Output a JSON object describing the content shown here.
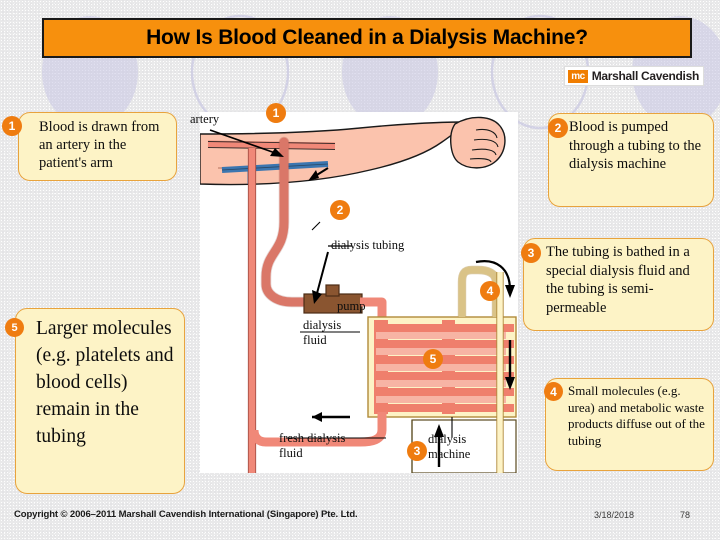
{
  "slide": {
    "title": "How Is Blood Cleaned in a Dialysis Machine?",
    "brand": {
      "badge": "mc",
      "name": "Marshall Cavendish"
    }
  },
  "callouts": [
    {
      "number": "1",
      "text": "Blood is drawn from an artery in the patient's arm"
    },
    {
      "number": "2",
      "text": "Blood is pumped through a tubing to the dialysis machine"
    },
    {
      "number": "3",
      "text": "The tubing is bathed in a special dialysis fluid and the tubing is semi-permeable"
    },
    {
      "number": "4",
      "text": "Small molecules (e.g. urea) and metabolic waste products diffuse out of the tubing"
    },
    {
      "number": "5",
      "text": "Larger molecules (e.g. platelets and blood cells) remain in the tubing"
    }
  ],
  "diagram": {
    "badges": {
      "one": "1",
      "two": "2",
      "three": "3",
      "four": "4",
      "five": "5"
    },
    "labels": {
      "artery": "artery",
      "dialysis_tubing": "dialysis tubing",
      "pump": "pump",
      "dialysis_fluid": "dialysis\nfluid",
      "fresh_dialysis_fluid": "fresh dialysis\nfluid",
      "dialysis_machine": "dialysis\nmachine"
    }
  },
  "footer": {
    "copyright": "Copyright © 2006–2011 Marshall Cavendish International (Singapore) Pte. Ltd.",
    "date": "3/18/2018",
    "page": "78"
  },
  "colors": {
    "title_bar": "#f7900d",
    "callout_fill": "#fdf3c6",
    "callout_border": "#e8a33d",
    "badge": "#ef7c10",
    "blood_tube": "#f08878",
    "vein": "#3b76b0",
    "skin": "#fbc3ad",
    "deco": "#c9c7e4"
  }
}
